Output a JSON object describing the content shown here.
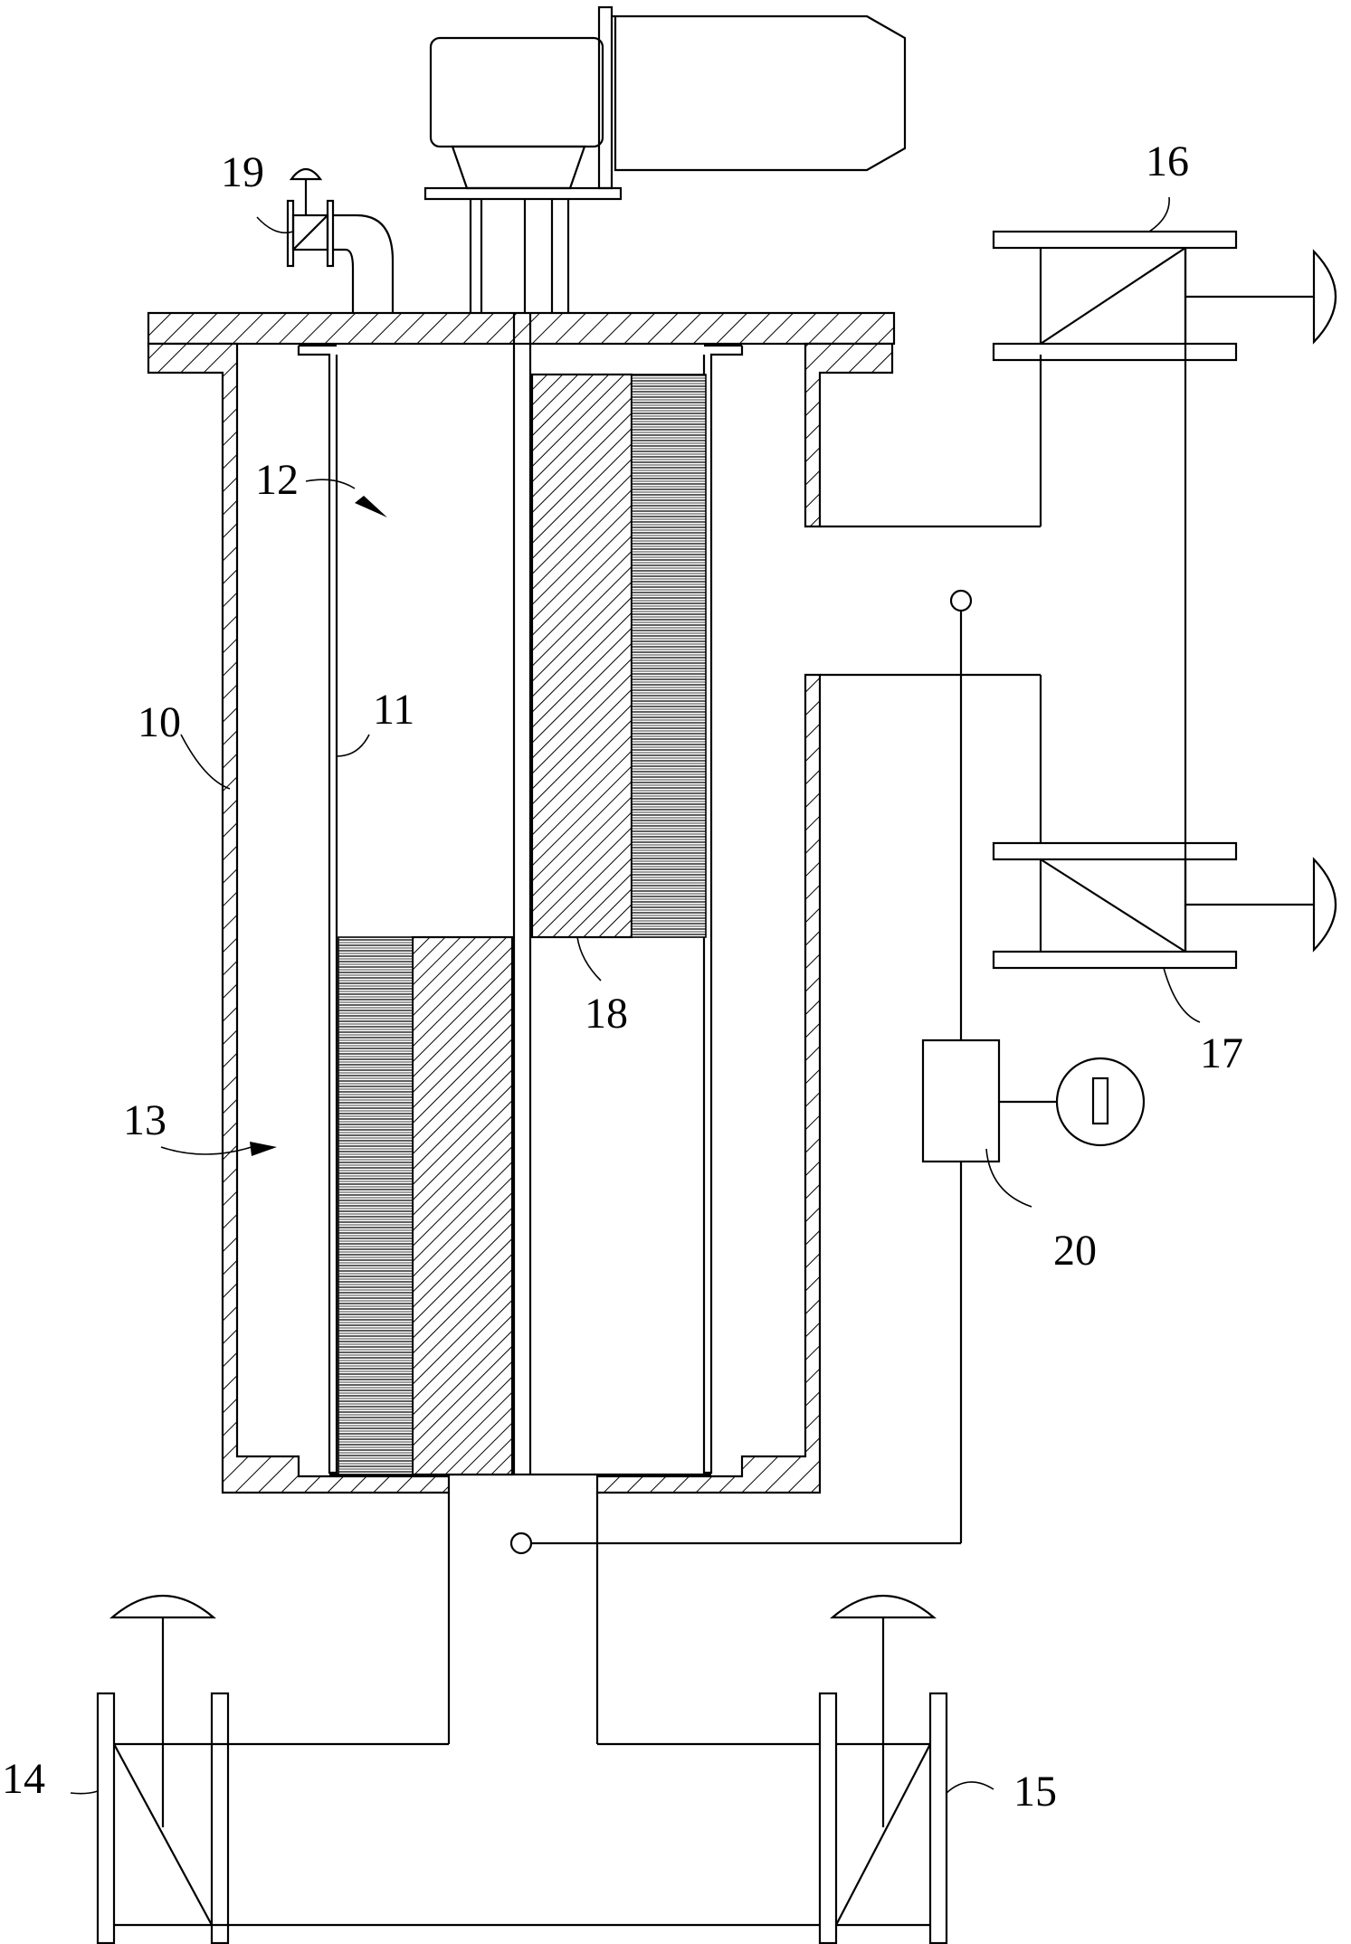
{
  "labels": {
    "l10": "10",
    "l11": "11",
    "l12": "12",
    "l13": "13",
    "l14": "14",
    "l15": "15",
    "l16": "16",
    "l17": "17",
    "l18": "18",
    "l19": "19",
    "l20": "20"
  },
  "colors": {
    "line": "#000000",
    "background": "#ffffff"
  }
}
